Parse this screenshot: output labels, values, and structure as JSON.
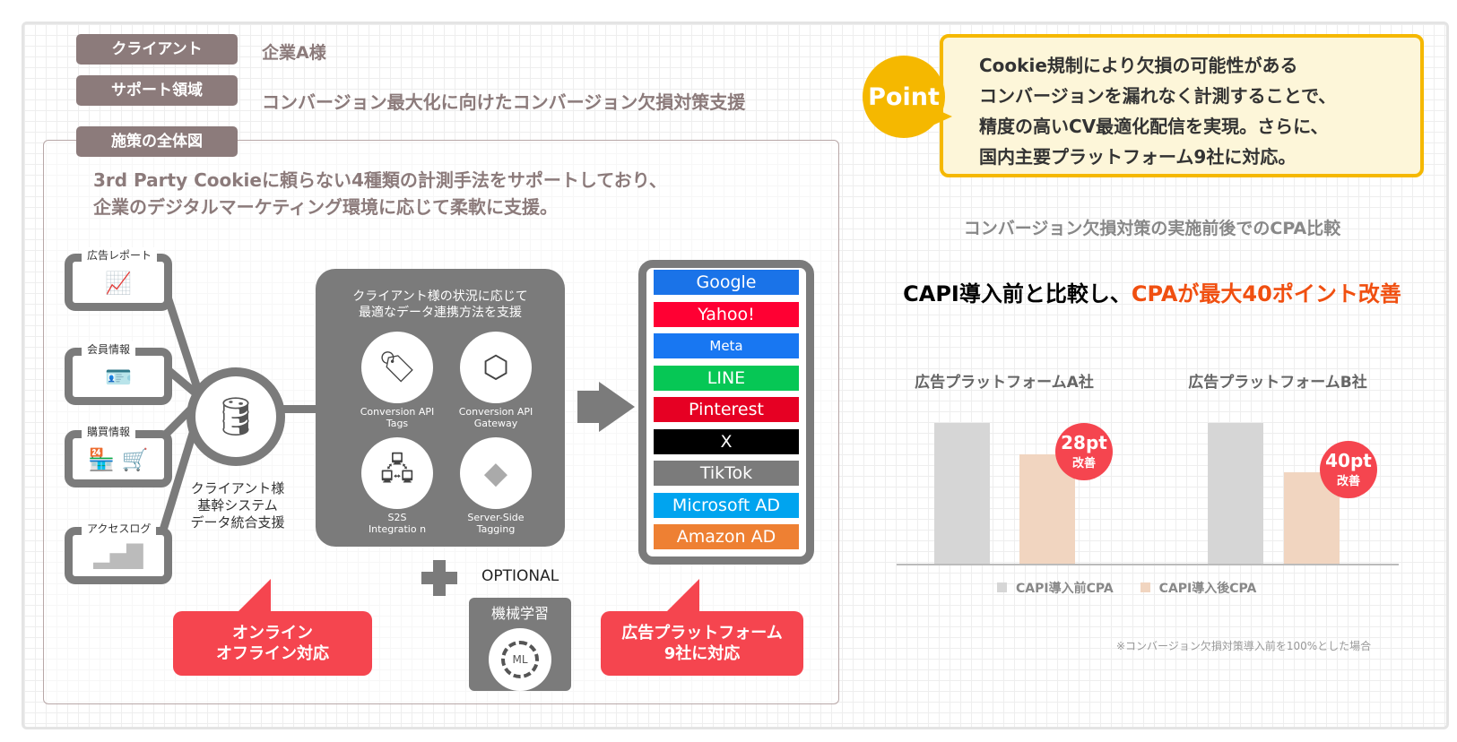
{
  "header": {
    "client_label": "クライアント",
    "client_value": "企業A様",
    "support_label": "サポート領域",
    "support_value": "コンバージョン最大化に向けたコンバージョン欠損対策支援",
    "overview_label": "施策の全体図"
  },
  "overview": {
    "lead_line1": "3rd Party Cookieに頼らない4種類の計測手法をサポートしており、",
    "lead_line2": "企業のデジタルマーケティング環境に応じて柔軟に支援。",
    "sources": [
      {
        "label": "広告レポート",
        "icon": "chart-icon"
      },
      {
        "label": "会員情報",
        "icon": "id-card-icon"
      },
      {
        "label": "購買情報",
        "icon": "shop-cart-icon"
      },
      {
        "label": "アクセスログ",
        "icon": "analytics-icon"
      }
    ],
    "db_caption": [
      "クライアント様",
      "基幹システム",
      "データ統合支援"
    ],
    "middle_title": [
      "クライアント様の状況に応じて",
      "最適なデータ連携方法を支援"
    ],
    "methods": [
      {
        "label": "Conversion API Tags",
        "icon": "tag-icon"
      },
      {
        "label": "Conversion API Gateway",
        "icon": "cube-icon"
      },
      {
        "label": "S2S Integratio n",
        "icon": "server-icon"
      },
      {
        "label": "Server-Side Tagging",
        "icon": "tag-manager-icon"
      }
    ],
    "optional": "OPTIONAL",
    "ml_label": "機械学習",
    "ml_icon_text": "ML",
    "platforms": [
      {
        "name": "Google",
        "color": "#1a73e8"
      },
      {
        "name": "Yahoo!",
        "color": "#ff0033"
      },
      {
        "name": "Meta",
        "color": "#1877f2"
      },
      {
        "name": "LINE",
        "color": "#06c755"
      },
      {
        "name": "Pinterest",
        "color": "#e60023"
      },
      {
        "name": "X",
        "color": "#000000"
      },
      {
        "name": "TikTok",
        "color": "#7b7b7b"
      },
      {
        "name": "Microsoft AD",
        "color": "#00a4ef"
      },
      {
        "name": "Amazon AD",
        "color": "#ee8033"
      }
    ],
    "bubble_online": [
      "オンライン",
      "オフライン対応"
    ],
    "bubble_platforms": [
      "広告プラットフォーム",
      "9社に対応"
    ]
  },
  "point": {
    "badge": "Point",
    "lines": [
      "Cookie規制により欠損の可能性がある",
      "コンバージョンを漏れなく計測することで、",
      "精度の高いCV最適化配信を実現。さらに、",
      "国内主要プラットフォーム9社に対応。"
    ]
  },
  "chart_data": {
    "type": "bar",
    "title": "コンバージョン欠損対策の実施前後でのCPA比較",
    "headline_black": "CAPI導入前と比較し、",
    "headline_red": "CPAが最大40ポイント改善",
    "categories": [
      "広告プラットフォームA社",
      "広告プラットフォームB社"
    ],
    "series": [
      {
        "name": "CAPI導入前CPA",
        "color": "#d6d6d6",
        "values": [
          100,
          100
        ]
      },
      {
        "name": "CAPI導入後CPA",
        "color": "#f1d5c0",
        "values": [
          78,
          65
        ]
      }
    ],
    "annotations": [
      {
        "value": "28pt",
        "text": "改善"
      },
      {
        "value": "40pt",
        "text": "改善"
      }
    ],
    "ylim": [
      0,
      100
    ],
    "legend": "bottom",
    "note": "※コンバージョン欠損対策導入前を100%とした場合"
  }
}
